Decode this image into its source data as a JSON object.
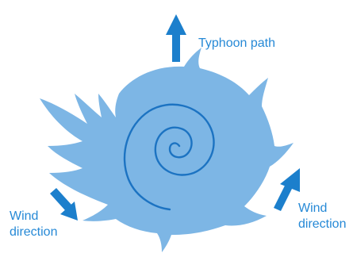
{
  "colors": {
    "typhoon_fill": "#7DB6E5",
    "spiral_stroke": "#1C73C2",
    "arrow": "#1C7FCC",
    "text": "#2689D6"
  },
  "labels": {
    "typhoon_path": "Typhoon path",
    "wind_left": {
      "line1": "Wind",
      "line2": "direction"
    },
    "wind_right": {
      "line1": "Wind",
      "line2": "direction"
    }
  },
  "icons": {
    "path_arrow": "arrow-up-icon",
    "wind_arrow_left": "arrow-down-right-icon",
    "wind_arrow_right": "arrow-up-right-icon"
  }
}
